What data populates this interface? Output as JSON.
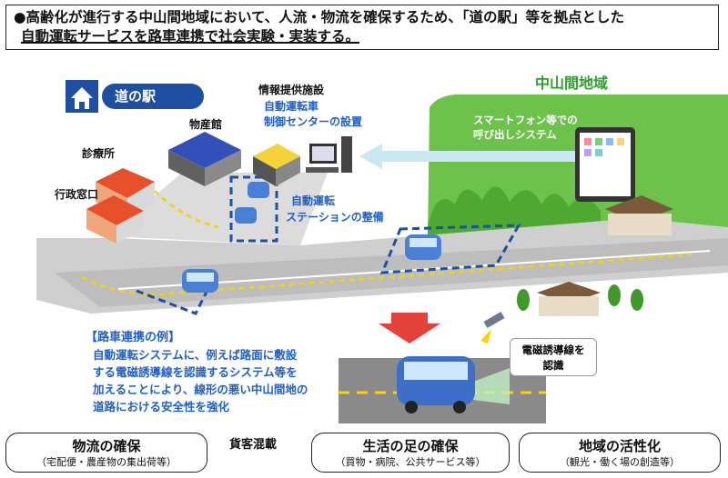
{
  "headline": {
    "line1": "●高齢化が進行する中山間地域において、人流・物流を確保するため、「道の駅」等を拠点とした",
    "line2": "自動運転サービスを路車連携で社会実験・実装する。"
  },
  "station": {
    "name": "道の駅",
    "icon": "roadside-station-icon"
  },
  "facilities": {
    "info_provider": "情報提供施設",
    "products_hall": "物産館",
    "clinic": "診療所",
    "admin_window": "行政窓口"
  },
  "control_center": {
    "line1": "自動運転車",
    "line2": "制御センターの設置"
  },
  "auto_station": {
    "line1": "自動運転",
    "line2": "ステーションの整備"
  },
  "mountain_area": {
    "title": "中山間地域",
    "call_system_line1": "スマートフォン等での",
    "call_system_line2": "呼び出しシステム"
  },
  "callout": {
    "line1": "電磁誘導線を",
    "line2": "認識"
  },
  "example": {
    "title": "【路車連携の例】",
    "lines": [
      "自動運転システムに、例えば路面に敷設",
      "する電磁誘導線を認識するシステム等を",
      "加えることにより、線形の悪い中山間地の",
      "道路における安全性を強化"
    ]
  },
  "bottom": {
    "logistics_title": "物流の確保",
    "logistics_sub": "（宅配便・農産物の集出荷等）",
    "mixed_label": "貨客混載",
    "daily_title": "生活の足の確保",
    "daily_sub": "（買物・病院、公共サービス等）",
    "region_title": "地域の活性化",
    "region_sub": "（観光・働く場の創造等）"
  },
  "colors": {
    "accent_blue": "#1f5fc8",
    "green_area": "#6cc24a",
    "arrow_red": "#e3413a",
    "badge_blue": "#1f4fa0"
  }
}
